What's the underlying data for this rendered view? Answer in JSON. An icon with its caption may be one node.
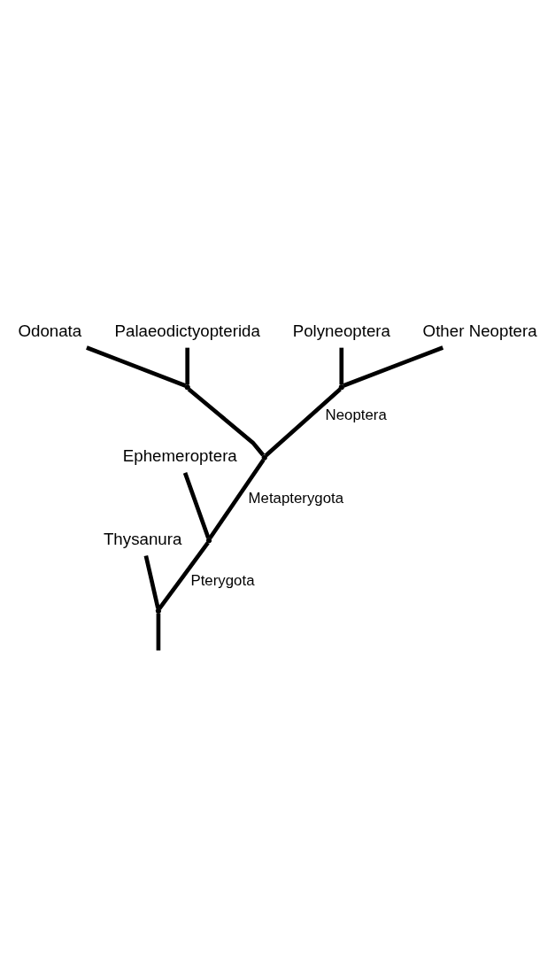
{
  "diagram": {
    "nodes": [
      {
        "text": [
          "Thysanura"
        ]
      },
      {
        "text": [
          "Ephemeroptera"
        ]
      },
      {
        "text": [
          "Odonata"
        ]
      },
      {
        "text": [
          "Palaeodictyopterida"
        ]
      },
      {
        "text": [
          "Polyneoptera"
        ]
      },
      {
        "text": [
          "Other Neoptera"
        ]
      },
      {
        "text": [],
        "shape": "point"
      },
      {
        "text": [],
        "shape": "point"
      },
      {
        "text": [],
        "shape": "point"
      },
      {
        "text": [],
        "shape": "point"
      },
      {
        "text": [],
        "shape": "point"
      }
    ],
    "edges": [
      {
        "from": null,
        "to": 6,
        "arrow": "none"
      },
      {
        "from": 6,
        "to": 0,
        "arrow": "none"
      },
      {
        "from": 6,
        "to": 7,
        "arrow": "none",
        "label": "Pterygota"
      },
      {
        "from": 7,
        "to": 1,
        "arrow": "none"
      },
      {
        "from": 7,
        "to": 8,
        "arrow": "none",
        "label": "Metapterygota"
      },
      {
        "from": 8,
        "to": 9,
        "arrow": "none"
      },
      {
        "from": 8,
        "to": 10,
        "arrow": "none",
        "label": "Neoptera"
      },
      {
        "from": 9,
        "to": 2,
        "arrow": "none"
      },
      {
        "from": 9,
        "to": 3,
        "arrow": "none"
      },
      {
        "from": 10,
        "to": 4,
        "arrow": "none"
      },
      {
        "from": 10,
        "to": 5,
        "arrow": "none"
      }
    ]
  }
}
